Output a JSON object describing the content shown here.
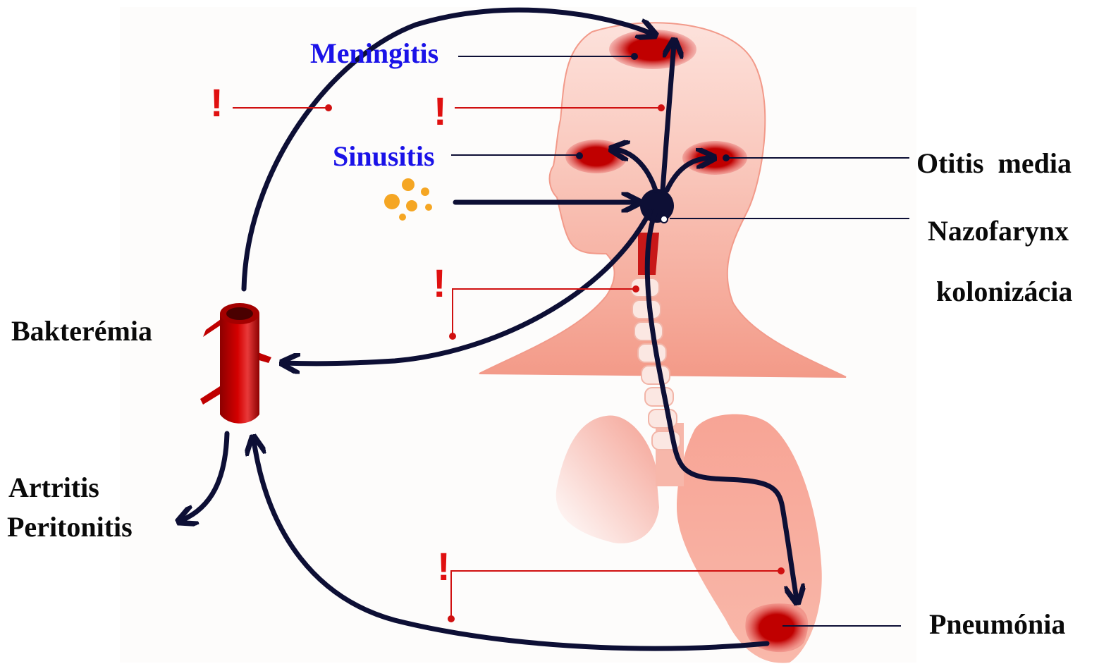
{
  "labels": {
    "meningitis": "Meningitis",
    "sinusitis": "Sinusitis",
    "otitis_media": "Otitis  media",
    "nazofarynx": "Nazofarynx",
    "kolonizacia": "kolonizácia",
    "bakteremia": "Bakterémia",
    "artritis": "Artritis",
    "peritonitis": "Peritonitis",
    "pneumonia": "Pneumónia"
  },
  "warnings": {
    "mark": "!"
  },
  "colors": {
    "arrow": "#0d0f35",
    "warning": "#e01010",
    "infection": "#c00000",
    "body": "#f4a294",
    "label_blue": "#1a12e8",
    "label_black": "#0a0a0a",
    "bacteria": "#f5a623"
  }
}
